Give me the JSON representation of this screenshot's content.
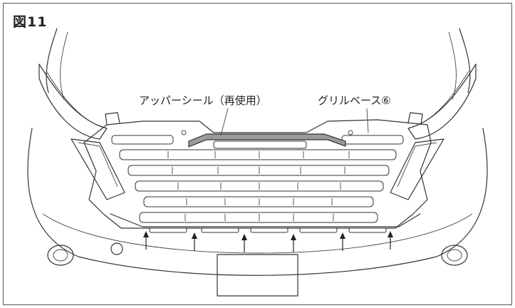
{
  "figure_label": "図11",
  "labels": {
    "upper_seal": "アッパーシール（再使用）",
    "grille_base": "グリルベース⑥"
  },
  "clip_arrow_icons": [
    "up-arrow-icon",
    "up-arrow-icon",
    "up-arrow-icon",
    "up-arrow-icon",
    "up-arrow-icon",
    "up-arrow-icon"
  ],
  "colors": {
    "line": "#333333",
    "seal_fill": "#9a9a9a"
  }
}
